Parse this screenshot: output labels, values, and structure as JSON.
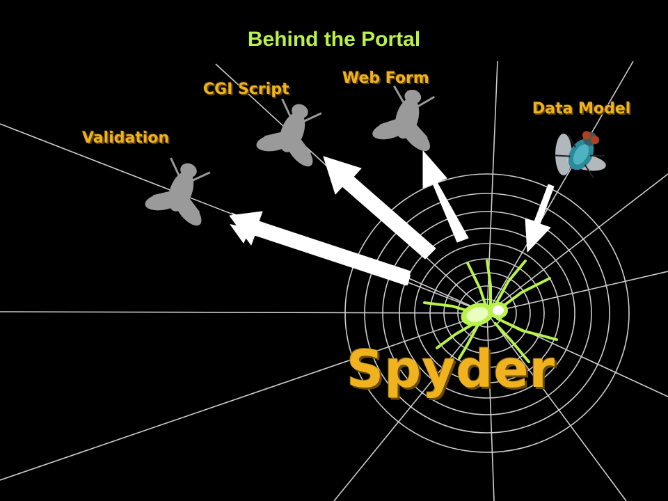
{
  "title": "Behind the Portal",
  "labels": {
    "validation": "Validation",
    "cgi_script": "CGI Script",
    "web_form": "Web Form",
    "data_model": "Data Model"
  },
  "product_name": "Spyder",
  "colors": {
    "background": "#000000",
    "title": "#b8f24a",
    "label": "#f0b21f",
    "web": "#d8d8d8",
    "arrow": "#ffffff",
    "fly_silhouette": "#9a9a9a",
    "spider": "#b8f24a",
    "real_fly_body": "#2a8a9a"
  },
  "icons": [
    "fly-icon",
    "spider-icon",
    "web-graphic",
    "arrow-icon"
  ]
}
